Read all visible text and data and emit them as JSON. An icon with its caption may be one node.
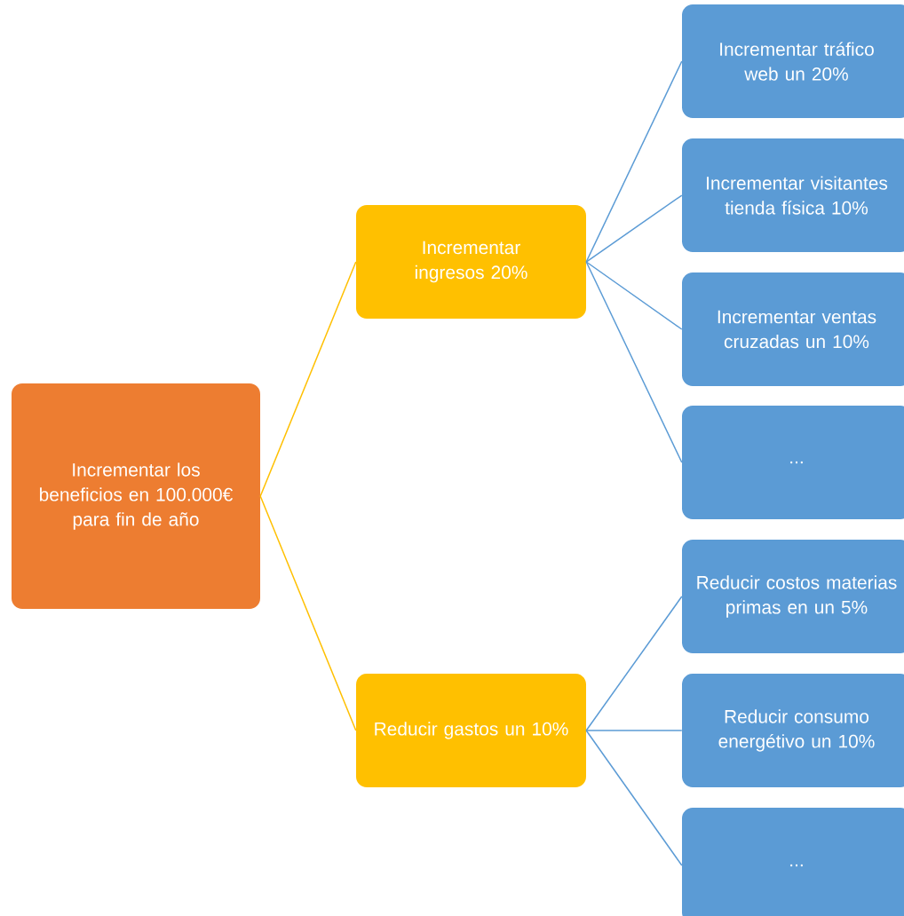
{
  "diagram": {
    "nodes": [
      {
        "text": [
          "Incrementar los beneficios en 100.000€ para fin de año"
        ]
      },
      {
        "text": [
          "Incrementar ingresos 20%"
        ]
      },
      {
        "text": [
          "Reducir gastos un 10%"
        ]
      },
      {
        "text": [
          "Incrementar tráfico web un 20%"
        ]
      },
      {
        "text": [
          "Incrementar visitantes tienda física 10%"
        ]
      },
      {
        "text": [
          "Incrementar ventas cruzadas un 10%"
        ]
      },
      {
        "text": [
          "..."
        ]
      },
      {
        "text": [
          "Reducir costos materias primas en un 5%"
        ]
      },
      {
        "text": [
          "Reducir consumo energétivo un 10%"
        ]
      },
      {
        "text": [
          "..."
        ]
      }
    ],
    "edges": [
      {
        "from": 0,
        "to": 1,
        "arrow": "none",
        "color": "#ffc000"
      },
      {
        "from": 0,
        "to": 2,
        "arrow": "none",
        "color": "#ffc000"
      },
      {
        "from": 1,
        "to": 3,
        "arrow": "none"
      },
      {
        "from": 1,
        "to": 4,
        "arrow": "none"
      },
      {
        "from": 1,
        "to": 5,
        "arrow": "none"
      },
      {
        "from": 1,
        "to": 6,
        "arrow": "none"
      },
      {
        "from": 2,
        "to": 7,
        "arrow": "none"
      },
      {
        "from": 2,
        "to": 8,
        "arrow": "none"
      },
      {
        "from": 2,
        "to": 9,
        "arrow": "none"
      }
    ]
  }
}
